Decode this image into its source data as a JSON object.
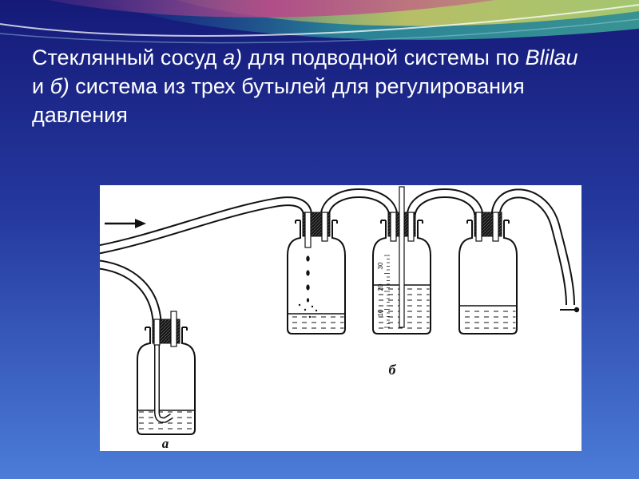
{
  "theme": {
    "background_top": "#151a78",
    "background_mid": "#25399f",
    "background_bottom": "#4b7cd8",
    "title_color": "#ffffff",
    "figure_background": "#ffffff"
  },
  "slide": {
    "title": {
      "line1": {
        "t1": "Стеклянный сосуд ",
        "t2": "а)",
        "t3": " для подводной системы по ",
        "t4": "Blilau"
      },
      "line2": {
        "t1": "и ",
        "t2": "б)",
        "t3": " система из трех бутылей для регулирования"
      },
      "line3": "давления"
    }
  },
  "figure": {
    "label_a": "а",
    "label_b": "б",
    "scale_labels": [
      "30",
      "20",
      "10"
    ]
  }
}
